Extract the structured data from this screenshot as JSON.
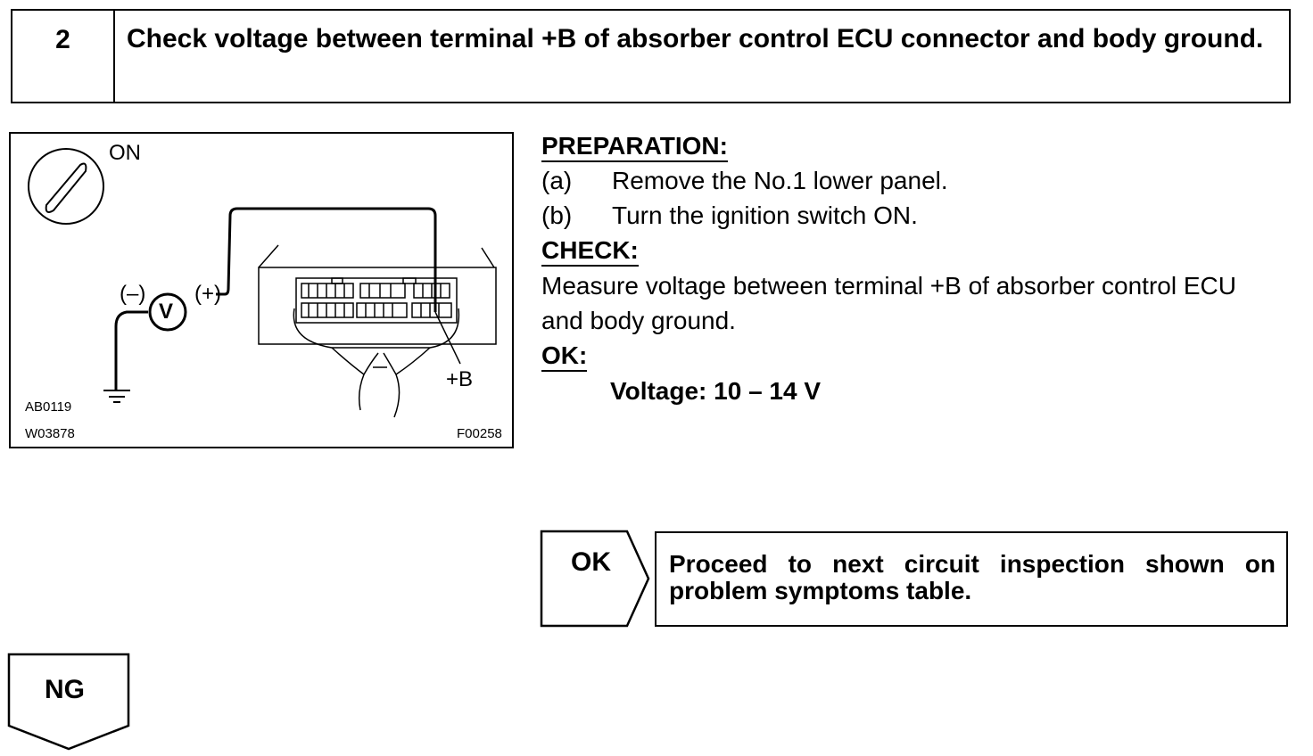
{
  "step": {
    "number": "2",
    "title": "Check voltage between terminal +B of absorber control ECU connector and body ground."
  },
  "diagram": {
    "switch_label": "ON",
    "meter_symbol": "V",
    "minus_label": "(–)",
    "plus_label": "(+)",
    "terminal_label": "+B",
    "code_left_top": "AB0119",
    "code_left_bottom": "W03878",
    "code_right": "F00258"
  },
  "preparation": {
    "heading": "PREPARATION:",
    "items": [
      {
        "key": "(a)",
        "text": "Remove the No.1 lower panel."
      },
      {
        "key": "(b)",
        "text": "Turn the ignition switch ON."
      }
    ]
  },
  "check": {
    "heading": "CHECK:",
    "line1": "Measure voltage between terminal +B of absorber control ECU",
    "line2": "and body ground."
  },
  "ok_spec": {
    "heading": "OK:",
    "value": "Voltage: 10 – 14 V"
  },
  "ok_result": {
    "tag": "OK",
    "text": "Proceed to next circuit inspection shown on problem symptoms table."
  },
  "ng_result": {
    "tag": "NG"
  }
}
